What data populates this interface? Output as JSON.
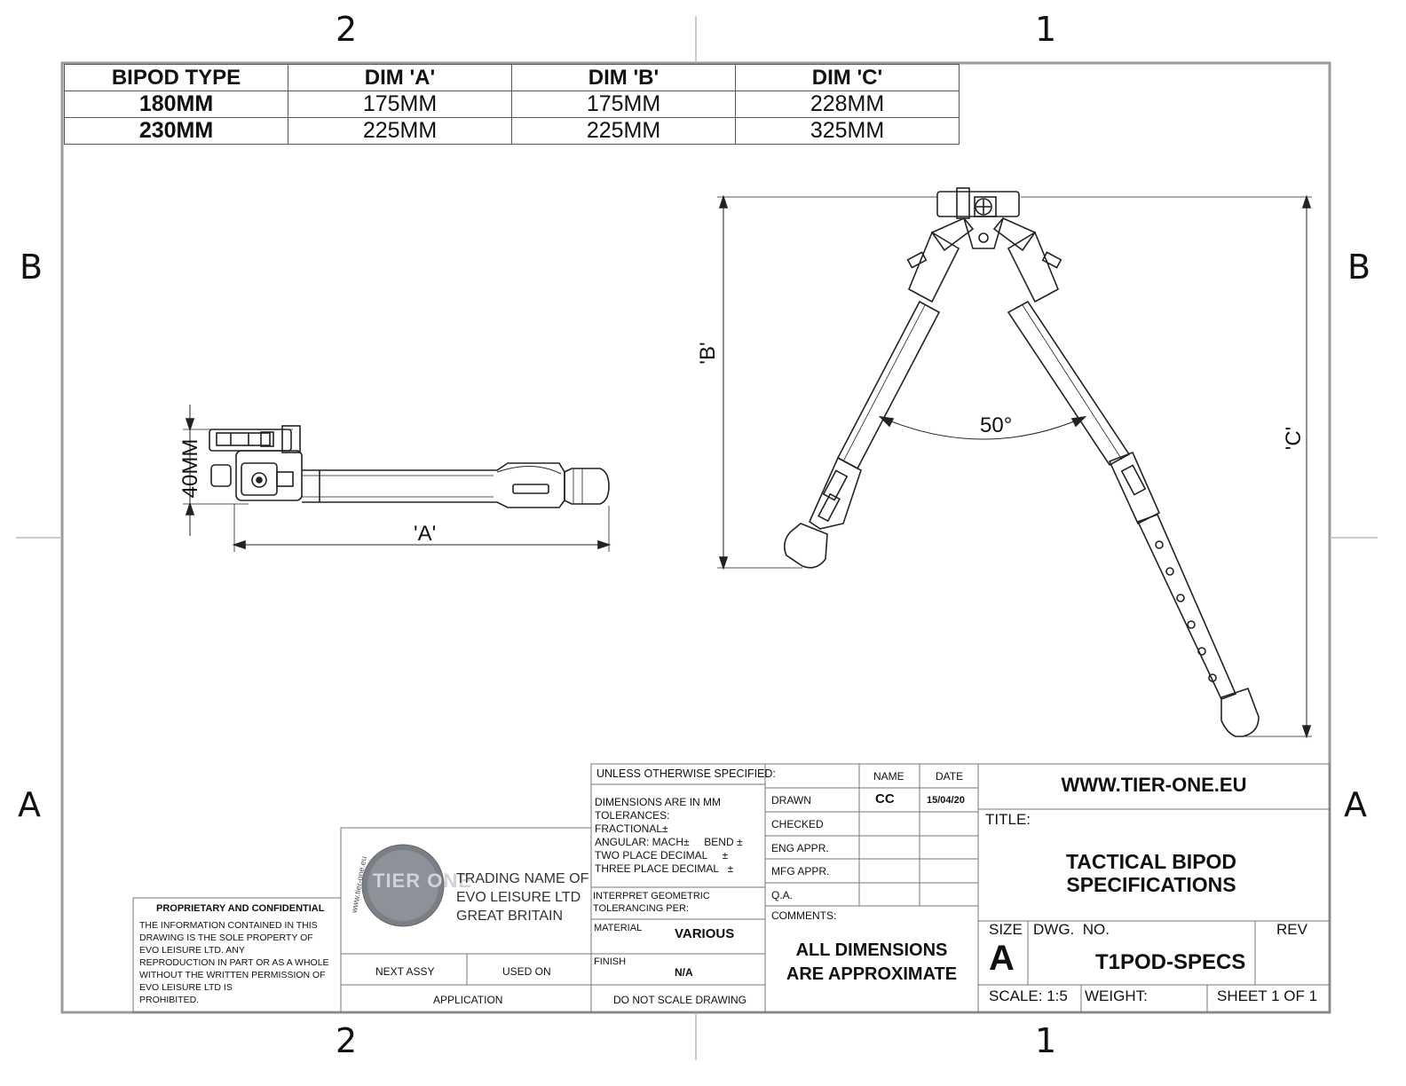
{
  "zones": {
    "top_left": "2",
    "top_right": "1",
    "bottom_left": "2",
    "bottom_right": "1",
    "left_upper": "B",
    "right_upper": "B",
    "left_lower": "A",
    "right_lower": "A"
  },
  "dim_table": {
    "headers": [
      "BIPOD TYPE",
      "DIM 'A'",
      "DIM 'B'",
      "DIM 'C'"
    ],
    "rows": [
      [
        "180MM",
        "175MM",
        "175MM",
        "228MM"
      ],
      [
        "230MM",
        "225MM",
        "225MM",
        "325MM"
      ]
    ]
  },
  "drawing_labels": {
    "height_side": "40MM",
    "dim_a": "'A'",
    "dim_b": "'B'",
    "dim_c": "'C'",
    "angle": "50°"
  },
  "title_block": {
    "unless": "UNLESS OTHERWISE SPECIFIED:",
    "tolerances": [
      "DIMENSIONS ARE IN MM",
      "TOLERANCES:",
      "FRACTIONAL±",
      "ANGULAR: MACH±     BEND ±",
      "TWO PLACE DECIMAL     ±",
      "THREE PLACE DECIMAL   ±"
    ],
    "interpret": [
      "INTERPRET GEOMETRIC",
      "TOLERANCING PER:"
    ],
    "material_label": "MATERIAL",
    "material_value": "VARIOUS",
    "finish_label": "FINISH",
    "finish_value": "N/A",
    "do_not_scale": "DO NOT SCALE DRAWING",
    "name_header": "NAME",
    "date_header": "DATE",
    "sign_rows": [
      "DRAWN",
      "CHECKED",
      "ENG APPR.",
      "MFG APPR.",
      "Q.A."
    ],
    "drawn_name": "CC",
    "drawn_date": "15/04/20",
    "comments_label": "COMMENTS:",
    "comments": [
      "ALL DIMENSIONS",
      "ARE APPROXIMATE"
    ],
    "website": "WWW.TIER-ONE.EU",
    "title_label": "TITLE:",
    "title": [
      "TACTICAL BIPOD",
      "SPECIFICATIONS"
    ],
    "size_label": "SIZE",
    "size_value": "A",
    "dwg_label": "DWG.  NO.",
    "dwg_value": "T1POD-SPECS",
    "rev_label": "REV",
    "scale": "SCALE: 1:5",
    "weight": "WEIGHT:",
    "sheet": "SHEET 1 OF 1",
    "trading": [
      "TRADING NAME OF",
      "EVO LEISURE LTD",
      "GREAT BRITAIN"
    ],
    "logo_text": "TIER ONE",
    "logo_url": "www.tier-one.eu",
    "next_assy": "NEXT ASSY",
    "used_on": "USED ON",
    "application": "APPLICATION",
    "proprietary_title": "PROPRIETARY AND CONFIDENTIAL",
    "proprietary_text": [
      "THE INFORMATION CONTAINED IN THIS",
      "DRAWING IS THE SOLE PROPERTY OF",
      "EVO LEISURE LTD.  ANY",
      "REPRODUCTION IN PART OR AS A WHOLE",
      "WITHOUT THE WRITTEN PERMISSION OF",
      "EVO LEISURE LTD IS",
      "PROHIBITED."
    ]
  }
}
